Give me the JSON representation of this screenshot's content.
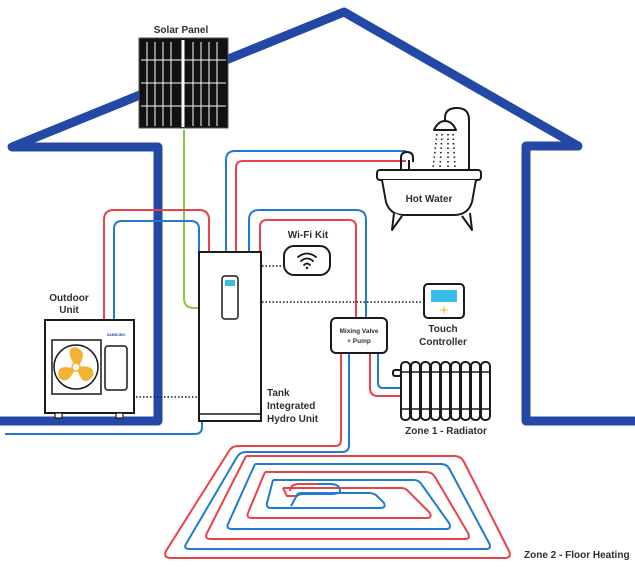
{
  "diagram": {
    "title": "Heat pump system with solar panel",
    "colors": {
      "house_outline": "#2448a6",
      "hot_pipe": "#e8424a",
      "cold_pipe": "#1f7bd1",
      "solar_cable": "#8cc63f",
      "fan": "#f5b335",
      "screen": "#38bce8",
      "outline": "#1a1a1a"
    },
    "labels": {
      "solar_panel": "Solar Panel",
      "hot_water": "Hot Water",
      "wifi_kit": "Wi-Fi Kit",
      "outdoor_unit_line1": "Outdoor",
      "outdoor_unit_line2": "Unit",
      "outdoor_brand": "SAMSUNG",
      "touch_controller_line1": "Touch",
      "touch_controller_line2": "Controller",
      "mixing_valve_line1": "Mixing Valve",
      "mixing_valve_line2": "+ Pump",
      "tank_line1": "Tank",
      "tank_line2": "Integrated",
      "tank_line3": "Hydro Unit",
      "zone1": "Zone 1 - Radiator",
      "zone2": "Zone 2 - Floor Heating"
    },
    "components": [
      {
        "id": "solar-panel",
        "icon": "solar-panel-icon"
      },
      {
        "id": "outdoor-unit",
        "icon": "outdoor-unit-icon"
      },
      {
        "id": "tank-hydro-unit",
        "icon": "tank-unit-icon"
      },
      {
        "id": "wifi-kit",
        "icon": "wifi-icon"
      },
      {
        "id": "touch-controller",
        "icon": "controller-icon"
      },
      {
        "id": "mixing-valve",
        "icon": "valve-box"
      },
      {
        "id": "bathtub",
        "icon": "bathtub-icon"
      },
      {
        "id": "radiator",
        "icon": "radiator-icon"
      },
      {
        "id": "floor-heating",
        "icon": "floor-spiral-icon"
      }
    ]
  }
}
